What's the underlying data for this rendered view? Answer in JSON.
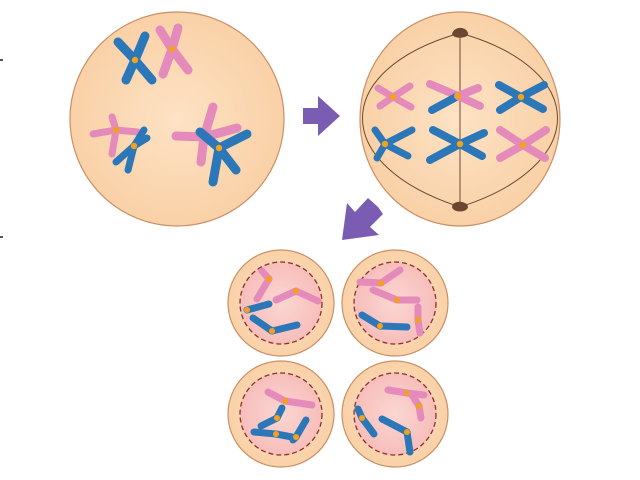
{
  "diagram": {
    "subject": "cell division",
    "palette": {
      "cell_fill": "#f9cfa4",
      "cell_glow": "#fde2c4",
      "cell_outline": "#c99066",
      "nucleus_fill": "#f6b9b6",
      "nucleus_outline": "#8e2f2f",
      "blue": "#2b77b8",
      "pink": "#e48bbb",
      "centromere": "#f4a11c",
      "arrow": "#7b5cb3",
      "spindle": "#6b4a33",
      "pole": "#6b4632"
    },
    "stages": [
      {
        "name": "cell-with-chromosomes",
        "shape": "circle",
        "chromosome_pairs": 4
      },
      {
        "name": "cell-with-spindle",
        "shape": "ellipse",
        "chromosome_pairs": 6,
        "spindle": true
      },
      {
        "name": "four-daughter-cells",
        "cells": 4,
        "chromosomes_per_cell": 4
      }
    ],
    "arrows": [
      {
        "name": "arrow-right",
        "direction": "right"
      },
      {
        "name": "arrow-down-left",
        "direction": "down-left"
      }
    ],
    "left_edge_marks": 2
  }
}
